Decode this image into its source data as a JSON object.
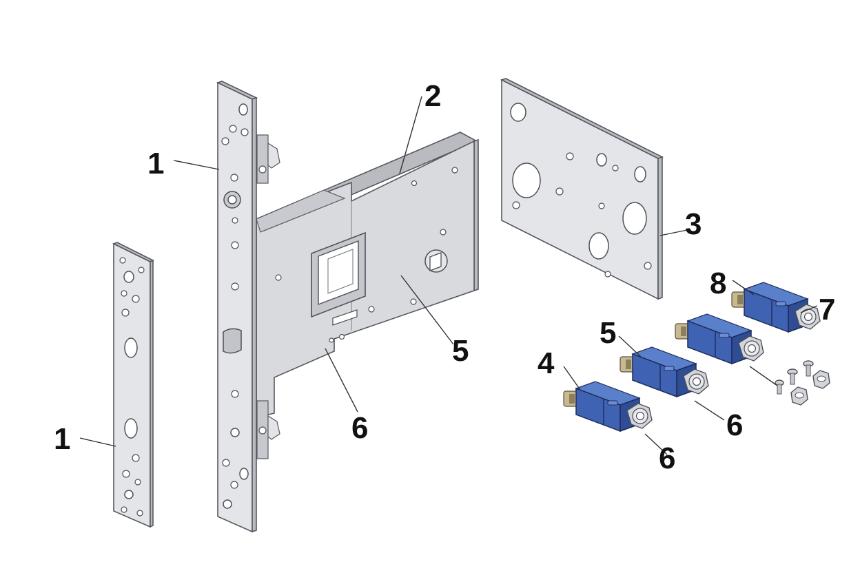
{
  "colors": {
    "steel": "#d9dade",
    "outline": "#55585e",
    "cylinder_blue": "#3f63b2",
    "label": "#111111"
  },
  "callouts": {
    "c1_left": "1",
    "c1_faceplate": "1",
    "c2": "2",
    "c3": "3",
    "c4": "4",
    "c5_case": "5",
    "c5_cylinder": "5",
    "c6_case": "6",
    "c6_middle": "6",
    "c6_front": "6",
    "c7": "7",
    "c8": "8"
  },
  "parts": [
    {
      "id": "strike-plate",
      "icon": "strike-plate-icon"
    },
    {
      "id": "lock-faceplate",
      "icon": "faceplate-icon"
    },
    {
      "id": "lock-case",
      "icon": "lock-case-icon"
    },
    {
      "id": "cover-plate",
      "icon": "cover-plate-icon"
    },
    {
      "id": "cylinder-1",
      "icon": "cylinder-icon"
    },
    {
      "id": "cylinder-2",
      "icon": "cylinder-icon"
    },
    {
      "id": "cylinder-3",
      "icon": "cylinder-icon"
    },
    {
      "id": "cylinder-4",
      "icon": "cylinder-icon"
    },
    {
      "id": "screws-and-nuts",
      "icon": "screw-icon"
    }
  ]
}
